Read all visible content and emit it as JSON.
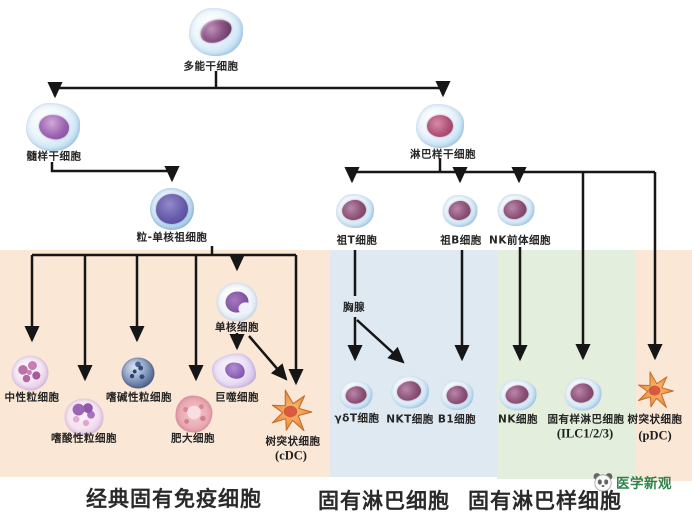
{
  "tree": {
    "root": "多能干细胞",
    "myeloid": "髓样干细胞",
    "lymphoid": "淋巴样干细胞",
    "gmp": "粒-单核祖细胞",
    "pro_t": "祖T细胞",
    "pro_b": "祖B细胞",
    "nk_precursor": "NK前体细胞",
    "thymus": "胸腺"
  },
  "classic_section": {
    "neutrophil": "中性粒细胞",
    "eosinophil": "嗜酸性粒细胞",
    "basophil": "嗜碱性粒细胞",
    "mast": "肥大细胞",
    "monocyte": "单核细胞",
    "macrophage": "巨噬细胞",
    "dendritic": "树突状细胞",
    "dendritic_sub": "(cDC)",
    "footer": "经典固有免疫细胞"
  },
  "lymphocyte_section": {
    "gamma_delta_t": "γδT细胞",
    "nkt": "NKT细胞",
    "b1": "B1细胞",
    "footer": "固有淋巴细胞"
  },
  "lymphoid_section": {
    "nk": "NK细胞",
    "ilc": "固有样淋巴细胞",
    "ilc_sub": "(ILC1/2/3)",
    "footer": "固有淋巴样细胞"
  },
  "pdc_section": {
    "dendritic": "树突状细胞",
    "dendritic_sub": "(pDC)"
  },
  "watermark": {
    "text": "医学新观",
    "color": "#1e7a3c"
  },
  "colors": {
    "classic_bg": "#fae7d5",
    "lymphocyte_bg": "#dfe9f2",
    "lymphoid_bg": "#e3eedc",
    "pdc_bg": "#fae7d5",
    "line": "#161616"
  }
}
